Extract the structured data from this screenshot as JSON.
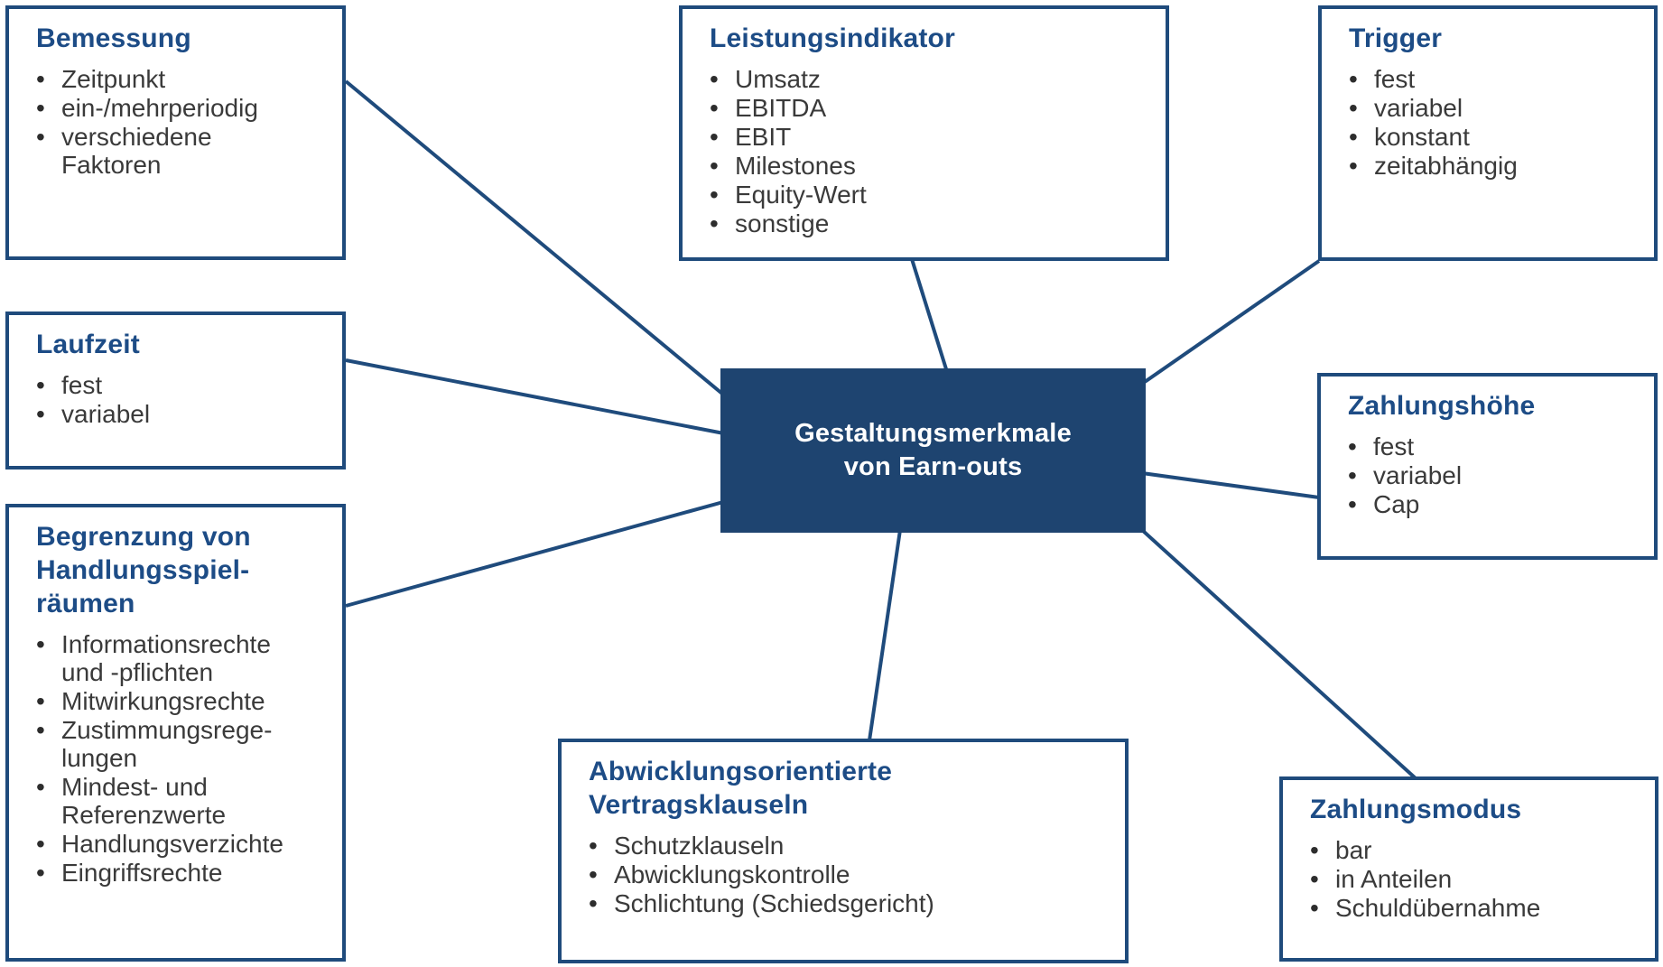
{
  "figure_title": "Gestaltungsmerkmale von Earn-outs",
  "center": {
    "line1": "Gestaltungsmerkmale",
    "line2": "von Earn-outs"
  },
  "boxes": {
    "bemessung": {
      "title": "Bemessung",
      "items": [
        "Zeitpunkt",
        "ein-/mehrperiodig",
        "verschiedene Faktoren"
      ]
    },
    "leistungsindikator": {
      "title": "Leistungsindikator",
      "items": [
        "Umsatz",
        "EBITDA",
        "EBIT",
        "Milestones",
        "Equity-Wert",
        "sonstige"
      ]
    },
    "trigger": {
      "title": "Trigger",
      "items": [
        "fest",
        "variabel",
        "konstant",
        "zeitabhängig"
      ]
    },
    "laufzeit": {
      "title": "Laufzeit",
      "items": [
        "fest",
        "variabel"
      ]
    },
    "zahlungshoehe": {
      "title": "Zahlungshöhe",
      "items": [
        "fest",
        "variabel",
        "Cap"
      ]
    },
    "begrenzung": {
      "title": "Begrenzung von Handlungsspiel-räumen",
      "items": [
        "Informationsrechte und -pflichten",
        "Mitwirkungsrechte",
        "Zustimmungsrege-lungen",
        "Mindest- und Referenzwerte",
        "Handlungsverzichte",
        "Eingriffsrechte"
      ]
    },
    "abwicklung": {
      "title": "Abwicklungsorientierte Vertragsklauseln",
      "items": [
        "Schutzklauseln",
        "Abwicklungskontrolle",
        "Schlichtung (Schiedsgericht)"
      ]
    },
    "zahlungsmodus": {
      "title": "Zahlungsmodus",
      "items": [
        "bar",
        "in Anteilen",
        "Schuldübernahme"
      ]
    }
  },
  "ui": {
    "bullet": "•"
  },
  "colors": {
    "border_line": "#1f4b7c",
    "title_text": "#1d4c86",
    "center_background": "#1e4470",
    "center_text": "#ffffff",
    "body_text": "#3a3a3a",
    "background": "#ffffff"
  }
}
